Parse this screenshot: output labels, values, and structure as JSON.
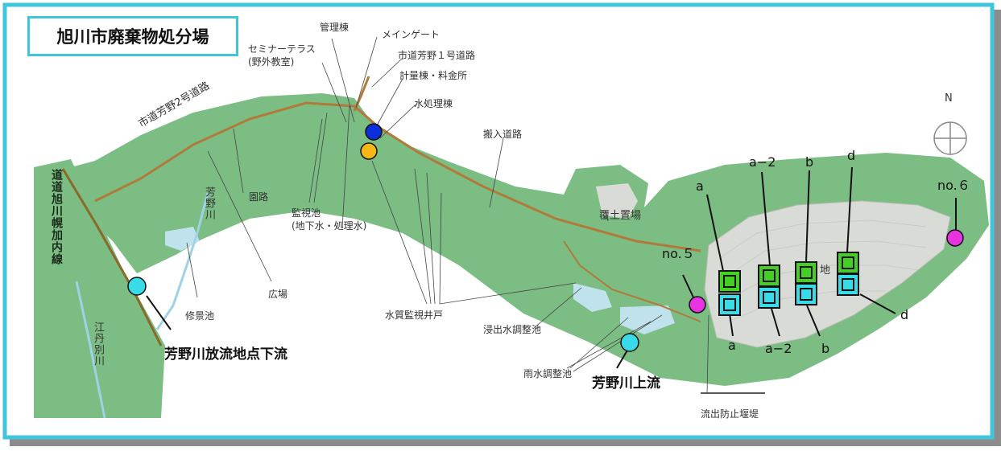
{
  "title": "旭川市廃棄物処分場",
  "compass": "N",
  "colors": {
    "frame": "#3fc6dc",
    "land": "#7cbd84",
    "road": "#b07a3a",
    "water": "#bfe2ec",
    "landfill": "#d9dcd6",
    "green_marker": "#44d022",
    "cyan_marker": "#38dbe8",
    "magenta_marker": "#e833e0",
    "blue_marker": "#0a2fd8",
    "orange_marker": "#f7b817"
  },
  "facility_labels": {
    "admin": "管理棟",
    "main_gate": "メインゲート",
    "seminar_line1": "セミナーテラス",
    "seminar_line2": "(野外教室)",
    "road1": "市道芳野１号道路",
    "weighing": "計量棟・料金所",
    "water_treatment": "水処理棟",
    "entry_road": "搬入道路",
    "road2": "市道芳野2号道路",
    "garden_path": "園路",
    "monitor_pond_line1": "監視池",
    "monitor_pond_line2": "(地下水・処理水)",
    "plaza": "広場",
    "pond": "修景池",
    "water_wells": "水質監視井戸",
    "leachate_pond": "浸出水調整池",
    "rain_pond": "雨水調整池",
    "soil_area": "覆土置場",
    "dam": "流出防止堰堤",
    "land_char": "地",
    "river_yoshino": "芳野川",
    "river_eshibetsu": "江丹別川",
    "prefectural_road": "道道旭川幌加内線"
  },
  "sampling_points": {
    "downstream": "芳野川放流地点下流",
    "upstream": "芳野川上流",
    "no5": "no.５",
    "no6": "no.６"
  },
  "well_labels": {
    "a_top": "a",
    "a2_top": "a−2",
    "b_top": "b",
    "d_top": "d",
    "a_bottom": "a",
    "a2_bottom": "a−2",
    "b_bottom": "b",
    "d_bottom": "d"
  }
}
